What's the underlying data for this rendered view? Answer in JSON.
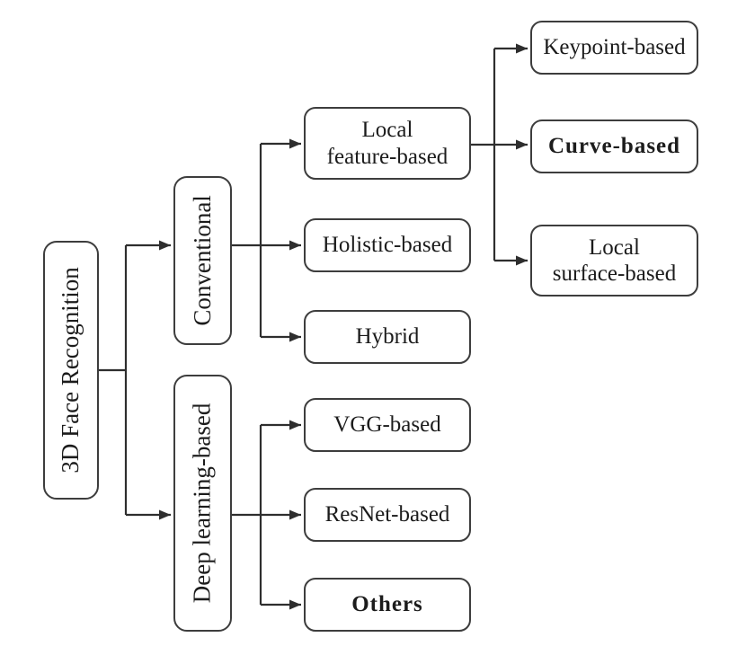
{
  "figure": {
    "type": "taxonomy-tree",
    "colors": {
      "line": "#2e2e2e",
      "box_border": "#3d3d3d",
      "box_fill": "#ffffff",
      "text": "#1c1c1c",
      "background": "#ffffff"
    },
    "nodes": {
      "root": {
        "label": "3D Face Recognition"
      },
      "conventional": {
        "label": "Conventional"
      },
      "deep_learning": {
        "label": "Deep learning-based"
      },
      "local_feature": {
        "lines": [
          "Local",
          "feature-based"
        ]
      },
      "holistic": {
        "label": "Holistic-based"
      },
      "hybrid": {
        "label": "Hybrid"
      },
      "vgg": {
        "label": "VGG-based"
      },
      "resnet": {
        "label": "ResNet-based"
      },
      "others": {
        "label": "Others"
      },
      "keypoint": {
        "label": "Keypoint-based"
      },
      "curve": {
        "label": "Curve-based"
      },
      "local_surface": {
        "lines": [
          "Local",
          "surface-based"
        ]
      }
    },
    "edges": [
      {
        "from": "3D Face Recognition",
        "to": "Conventional"
      },
      {
        "from": "3D Face Recognition",
        "to": "Deep learning-based"
      },
      {
        "from": "Conventional",
        "to": "Local feature-based"
      },
      {
        "from": "Conventional",
        "to": "Holistic-based"
      },
      {
        "from": "Conventional",
        "to": "Hybrid"
      },
      {
        "from": "Local feature-based",
        "to": "Keypoint-based"
      },
      {
        "from": "Local feature-based",
        "to": "Curve-based"
      },
      {
        "from": "Local feature-based",
        "to": "Local surface-based"
      },
      {
        "from": "Deep learning-based",
        "to": "VGG-based"
      },
      {
        "from": "Deep learning-based",
        "to": "ResNet-based"
      },
      {
        "from": "Deep learning-based",
        "to": "Others"
      }
    ]
  }
}
